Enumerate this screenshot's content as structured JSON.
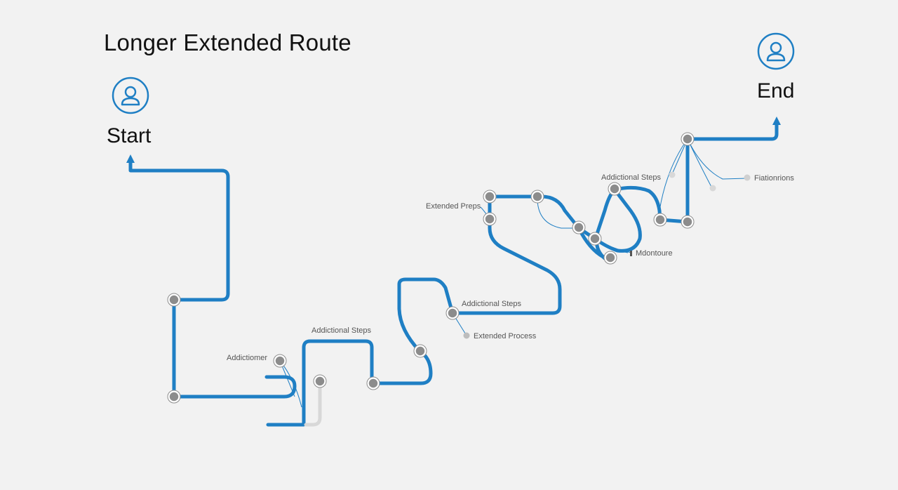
{
  "title": "Longer Extended Route",
  "start": {
    "label": "Start",
    "icon": "user-icon"
  },
  "end": {
    "label": "End",
    "icon": "user-icon"
  },
  "annotations": {
    "addictiomer": "Addictiomer",
    "additional_steps_1": "Addictional Steps",
    "additional_steps_2": "Addictional Steps",
    "extended_process": "Extended Process",
    "extended_preps": "Extended Preps",
    "additional_steps_3": "Addictional Steps",
    "mdontoure": "Mdontoure",
    "fiationrions": "Fiationrions"
  },
  "colors": {
    "route": "#1f7fc4",
    "node_fill": "#8c8c8c",
    "node_ring": "#ffffff",
    "icon": "#1f7fc4",
    "background": "#f2f2f2"
  }
}
